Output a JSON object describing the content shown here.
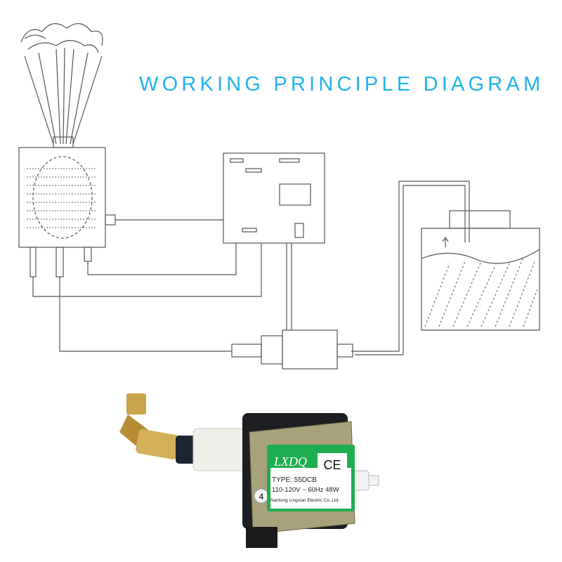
{
  "title": "WORKING PRINCIPLE DIAGRAM",
  "title_color": "#1fb3ea",
  "product_label": {
    "brand": "LXDQ",
    "mark": "CE",
    "type": "TYPE: 55DCB",
    "rating": "110-120V ~ 60Hz 48W",
    "maker": "Nantong Lingxian Electric Co.,Ltd.",
    "side_number": "4",
    "label_color": "#1fae4f"
  }
}
